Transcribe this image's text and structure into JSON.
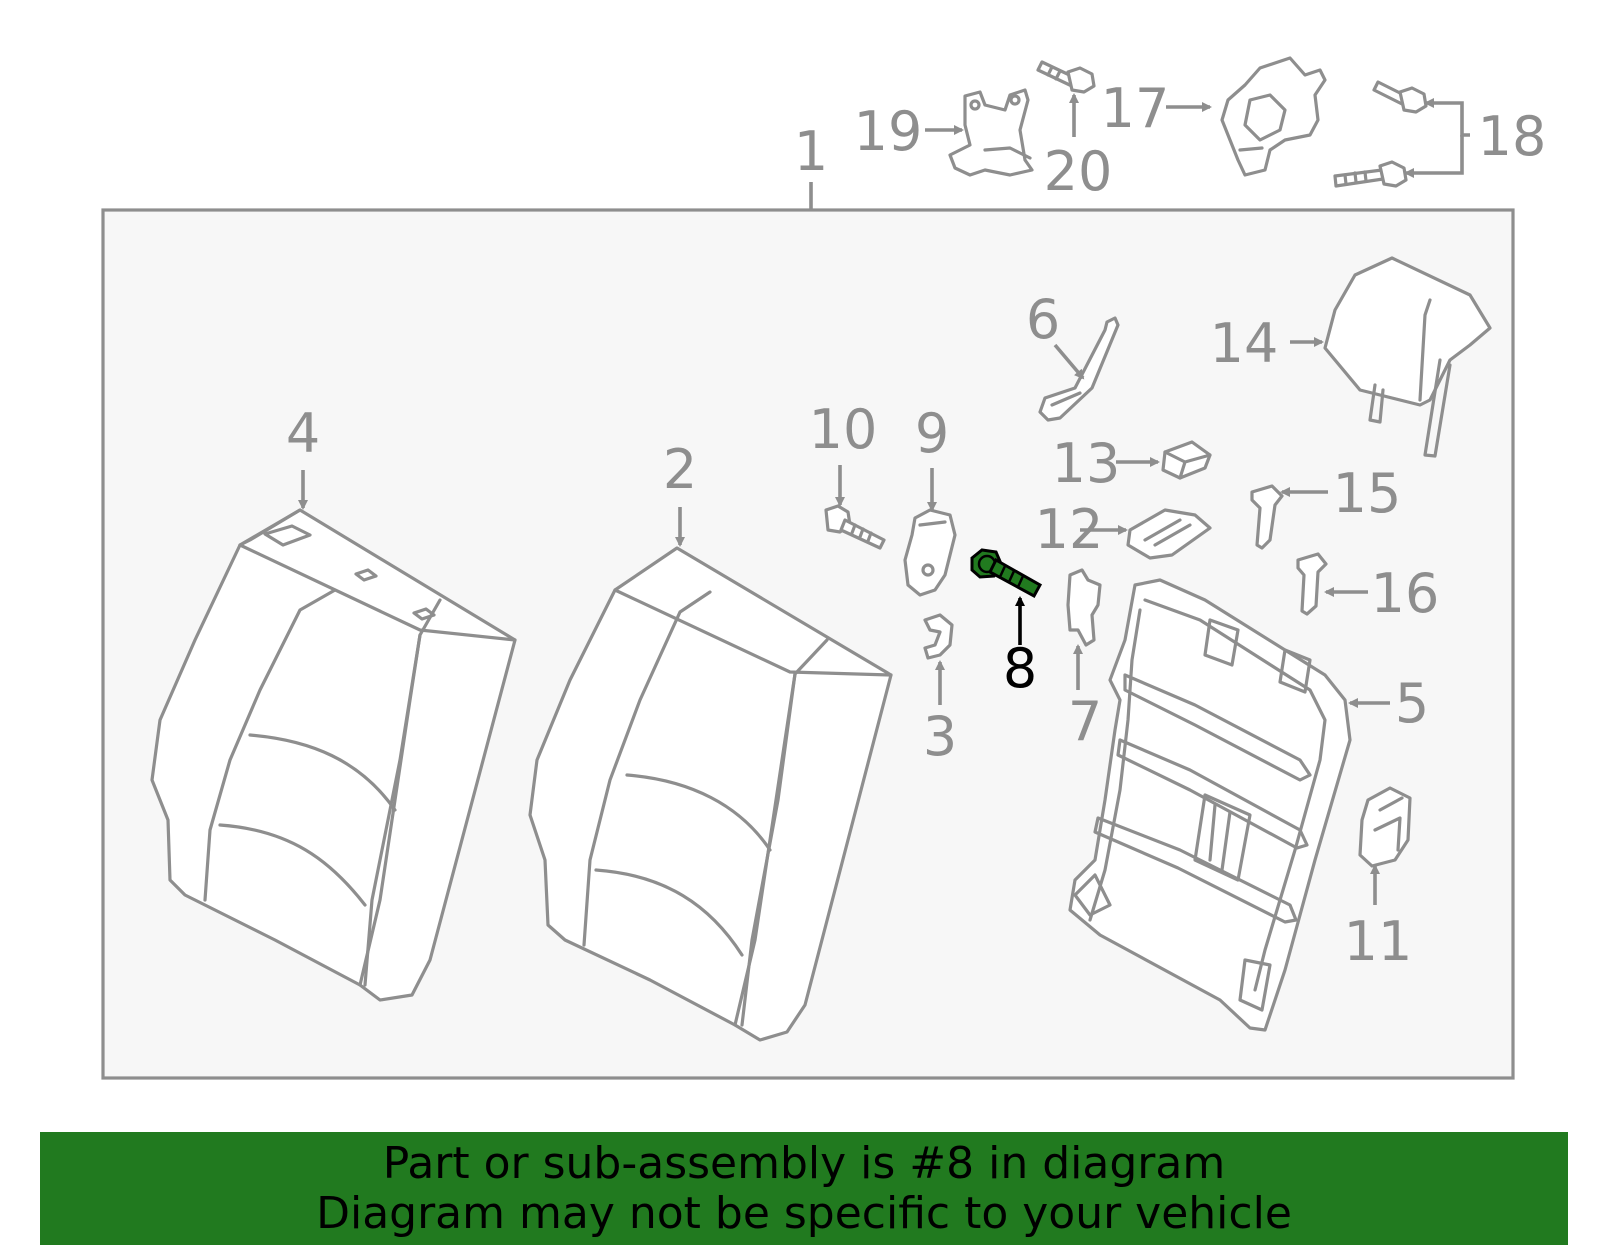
{
  "diagram": {
    "highlight_color": "#217a1f",
    "line_color": "#8e8e8e",
    "callouts": {
      "c1": "1",
      "c2": "2",
      "c3": "3",
      "c4": "4",
      "c5": "5",
      "c6": "6",
      "c7": "7",
      "c8": "8",
      "c9": "9",
      "c10": "10",
      "c11": "11",
      "c12": "12",
      "c13": "13",
      "c14": "14",
      "c15": "15",
      "c16": "16",
      "c17": "17",
      "c18": "18",
      "c19": "19",
      "c20": "20"
    }
  },
  "banner": {
    "line1": "Part or sub-assembly is #8 in diagram",
    "line2": "Diagram may not be specific to your vehicle",
    "background": "#217a1f"
  }
}
